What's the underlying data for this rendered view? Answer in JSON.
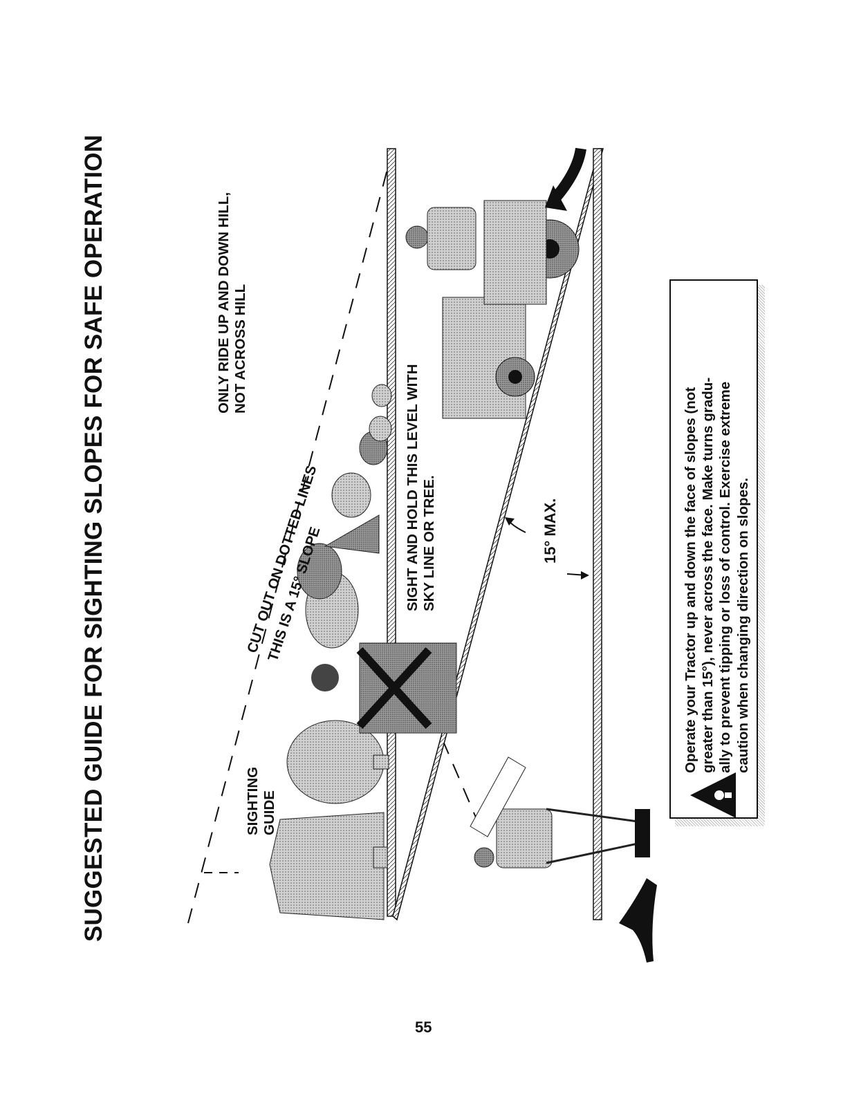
{
  "page": {
    "title": "SUGGESTED GUIDE FOR SIGHTING SLOPES FOR SAFE OPERATION",
    "page_number": "55"
  },
  "labels": {
    "sighting_guide": "SIGHTING\nGUIDE",
    "cut_out": "CUT OUT ON DOTTED LINES",
    "slope": "THIS IS A 15° SLOPE",
    "sight_hold": "SIGHT AND HOLD THIS LEVEL WITH\nSKY LINE OR TREE.",
    "ride": "ONLY RIDE UP AND DOWN HILL,\nNOT ACROSS HILL",
    "max": "15° MAX."
  },
  "warning": {
    "text": "Operate your Tractor up and down the face of slopes (not\ngreater than 15°), never across the face. Make turns gradu-\nally to prevent tipping or loss of control. Exercise extreme\ncaution when changing direction on slopes.",
    "icon": "warning-triangle-icon"
  },
  "colors": {
    "ink": "#111111",
    "fill_gray": "#8a8a8a",
    "tree_gray": "#b5b5b5"
  }
}
